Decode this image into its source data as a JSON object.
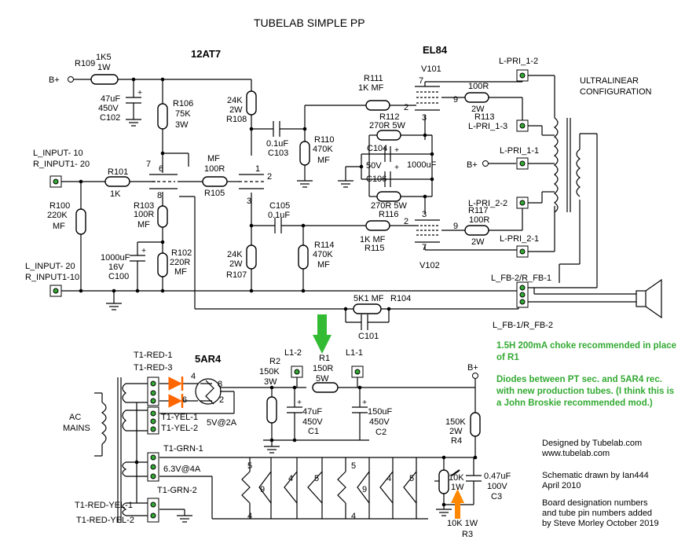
{
  "title": "TUBELAB SIMPLE PP",
  "tubes": {
    "t12at7": "12AT7",
    "el84": "EL84",
    "v101": "V101",
    "v102": "V102",
    "t5ar4": "5AR4"
  },
  "ultralinear": [
    "ULTRALINEAR",
    "CONFIGURATION"
  ],
  "supply": {
    "bplus": "B+"
  },
  "resistors": {
    "r109": [
      "R109",
      "1K5",
      "1W"
    ],
    "r106": [
      "R106",
      "75K",
      "3W"
    ],
    "r101": [
      "R101",
      "1K"
    ],
    "r100": [
      "R100",
      "220K",
      "MF"
    ],
    "r103": [
      "R103",
      "100R",
      "MF"
    ],
    "r102": [
      "R102",
      "220R",
      "MF"
    ],
    "r105": [
      "MF",
      "100R",
      "R105"
    ],
    "r108": [
      "24K",
      "2W",
      "R108"
    ],
    "r107": [
      "24K",
      "2W",
      "R107"
    ],
    "r110": [
      "R110",
      "470K",
      "MF"
    ],
    "r114": [
      "R114",
      "470K",
      "MF"
    ],
    "r111": [
      "R111",
      "1K MF"
    ],
    "r115": [
      "1K MF",
      "R115"
    ],
    "r112": [
      "R112",
      "270R 5W"
    ],
    "r116": [
      "270R 5W",
      "R116"
    ],
    "r113": [
      "100R",
      "2W",
      "R113"
    ],
    "r117": [
      "R117",
      "100R",
      "2W"
    ],
    "r104": [
      "5K1 MF",
      "R104"
    ],
    "r2": [
      "R2",
      "150K",
      "3W"
    ],
    "r1": [
      "R1",
      "150R",
      "5W"
    ],
    "r4": [
      "150K",
      "2W",
      "R4"
    ],
    "r3": [
      "10K 1W",
      "R3"
    ],
    "r3pot": [
      "10K",
      "1W"
    ]
  },
  "capacitors": {
    "c102": [
      "47uF",
      "450V",
      "C102"
    ],
    "c100": [
      "1000uF",
      "16V",
      "C100"
    ],
    "c103": [
      "0.1uF",
      "C103"
    ],
    "c105": [
      "C105",
      "0.1uF"
    ],
    "c104": [
      "C104",
      "50V",
      "1000uF",
      "C106"
    ],
    "c101": [
      "C101"
    ],
    "c1": [
      "47uF",
      "450V",
      "C1"
    ],
    "c2": [
      "150uF",
      "450V",
      "C2"
    ],
    "c3": [
      "0.47uF",
      "100V",
      "C3"
    ]
  },
  "connectors": {
    "l_pri_1_2": "L-PRI_1-2",
    "l_pri_1_3": "L-PRI_1-3",
    "l_pri_1_1": "L-PRI_1-1",
    "l_pri_2_2": "L-PRI_2-2",
    "l_pri_2_1": "L-PRI_2-1",
    "fb_top": "L_FB-2/R_FB-1",
    "fb_bot": "L_FB-1/R_FB-2",
    "input_top": [
      "L_INPUT- 10",
      "R_INPUT1- 20"
    ],
    "input_bot": [
      "L_INPUT- 20",
      "R_INPUT1-10"
    ],
    "l1_2": "L1-2",
    "l1_1": "L1-1",
    "t1": [
      "T1-RED-1",
      "T1-RED-3",
      "T1-YEL-1",
      "T1-YEL-2",
      "T1-GRN-1",
      "T1-GRN-2",
      "T1-RED-YEL-1",
      "T1-RED-YEL-2"
    ]
  },
  "ratings": {
    "heater5v": "5V@2A",
    "heater63v": "6.3V@4A",
    "ac_mains": [
      "AC",
      "MAINS"
    ]
  },
  "pins": {
    "p7": "7",
    "p6": "6",
    "p8": "8",
    "p1": "1",
    "p2": "2",
    "p3": "3",
    "p9": "9",
    "p4": "4",
    "p5": "5"
  },
  "notes": {
    "choke": [
      "1.5H 200mA choke recommended in place",
      "of R1"
    ],
    "diodes": [
      "Diodes between PT sec. and 5AR4 rec.",
      "with new production tubes.  (I think this is",
      "a John Broskie recommended mod.)"
    ]
  },
  "credits": [
    "Designed by Tubelab.com",
    "www.tubelab.com",
    "Schematic drawn by Ian444",
    "April 2010",
    "Board designation numbers",
    "and tube pin numbers added",
    "by Steve Morley  October 2019"
  ],
  "colors": {
    "note_green": "#33aa33",
    "arrow_green": "#33bb33",
    "arrow_orange": "#ff8800",
    "diode_orange": "#ff6600"
  }
}
